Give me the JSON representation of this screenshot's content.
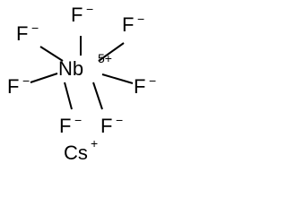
{
  "molecule": {
    "center_atom": {
      "symbol": "Nb",
      "charge": "5+"
    },
    "fluorides": [
      {
        "symbol": "F",
        "charge": "−"
      },
      {
        "symbol": "F",
        "charge": "−"
      },
      {
        "symbol": "F",
        "charge": "−"
      },
      {
        "symbol": "F",
        "charge": "−"
      },
      {
        "symbol": "F",
        "charge": "−"
      },
      {
        "symbol": "F",
        "charge": "−"
      },
      {
        "symbol": "F",
        "charge": "−"
      }
    ],
    "counter_ion": {
      "symbol": "Cs",
      "charge": "+"
    }
  },
  "colors": {
    "ink": "#000000",
    "background": "#ffffff"
  }
}
